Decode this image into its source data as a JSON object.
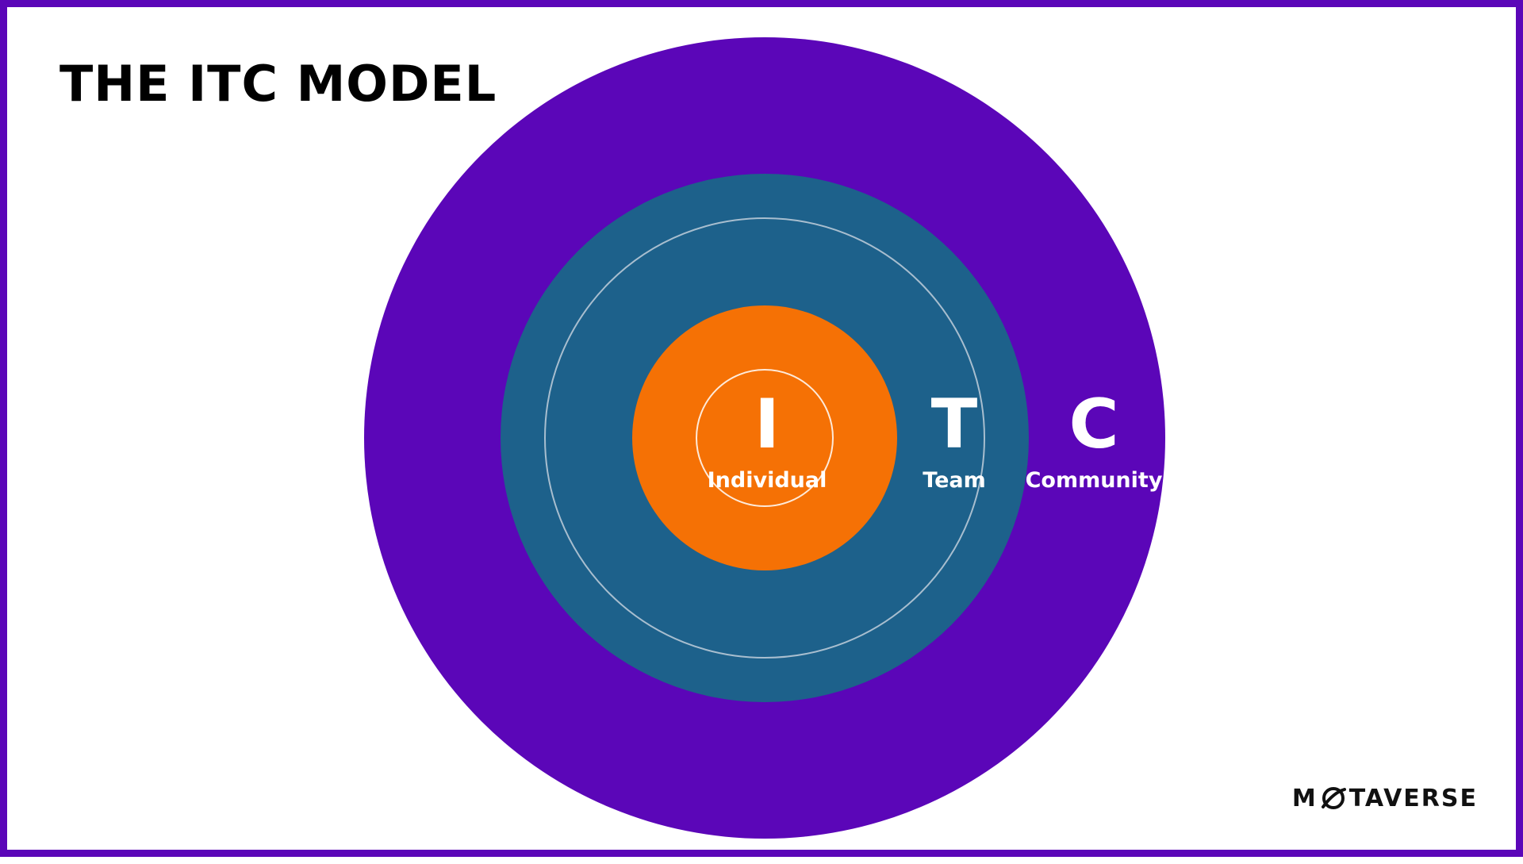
{
  "slide": {
    "title": "THE ITC MODEL"
  },
  "diagram": {
    "rings": [
      {
        "id": "community",
        "letter": "C",
        "label": "Community",
        "color": "#5b06b8"
      },
      {
        "id": "team",
        "letter": "T",
        "label": "Team",
        "color": "#1d618b"
      },
      {
        "id": "individual",
        "letter": "I",
        "label": "Individual",
        "color": "#f57105"
      }
    ],
    "outline_color": "#d7dde6"
  },
  "logo": {
    "text_before": "M",
    "text_after": "TAVERSE",
    "icon": "planet-icon"
  }
}
